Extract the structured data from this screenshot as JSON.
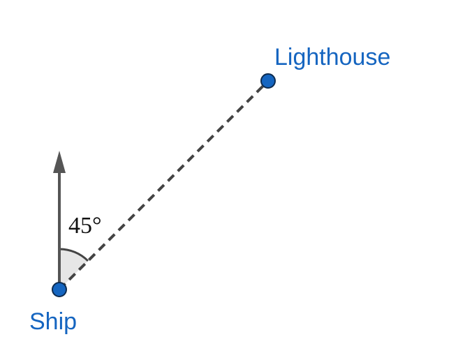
{
  "points": {
    "ship": {
      "label": "Ship"
    },
    "lighthouse": {
      "label": "Lighthouse"
    }
  },
  "angle": {
    "label": "45°"
  },
  "colors": {
    "point_fill": "#1565c0",
    "point_label": "#1565c0",
    "line": "#444444",
    "north_arrow": "#555555",
    "angle_fill": "#e6e6e6",
    "angle_stroke": "#444444"
  }
}
